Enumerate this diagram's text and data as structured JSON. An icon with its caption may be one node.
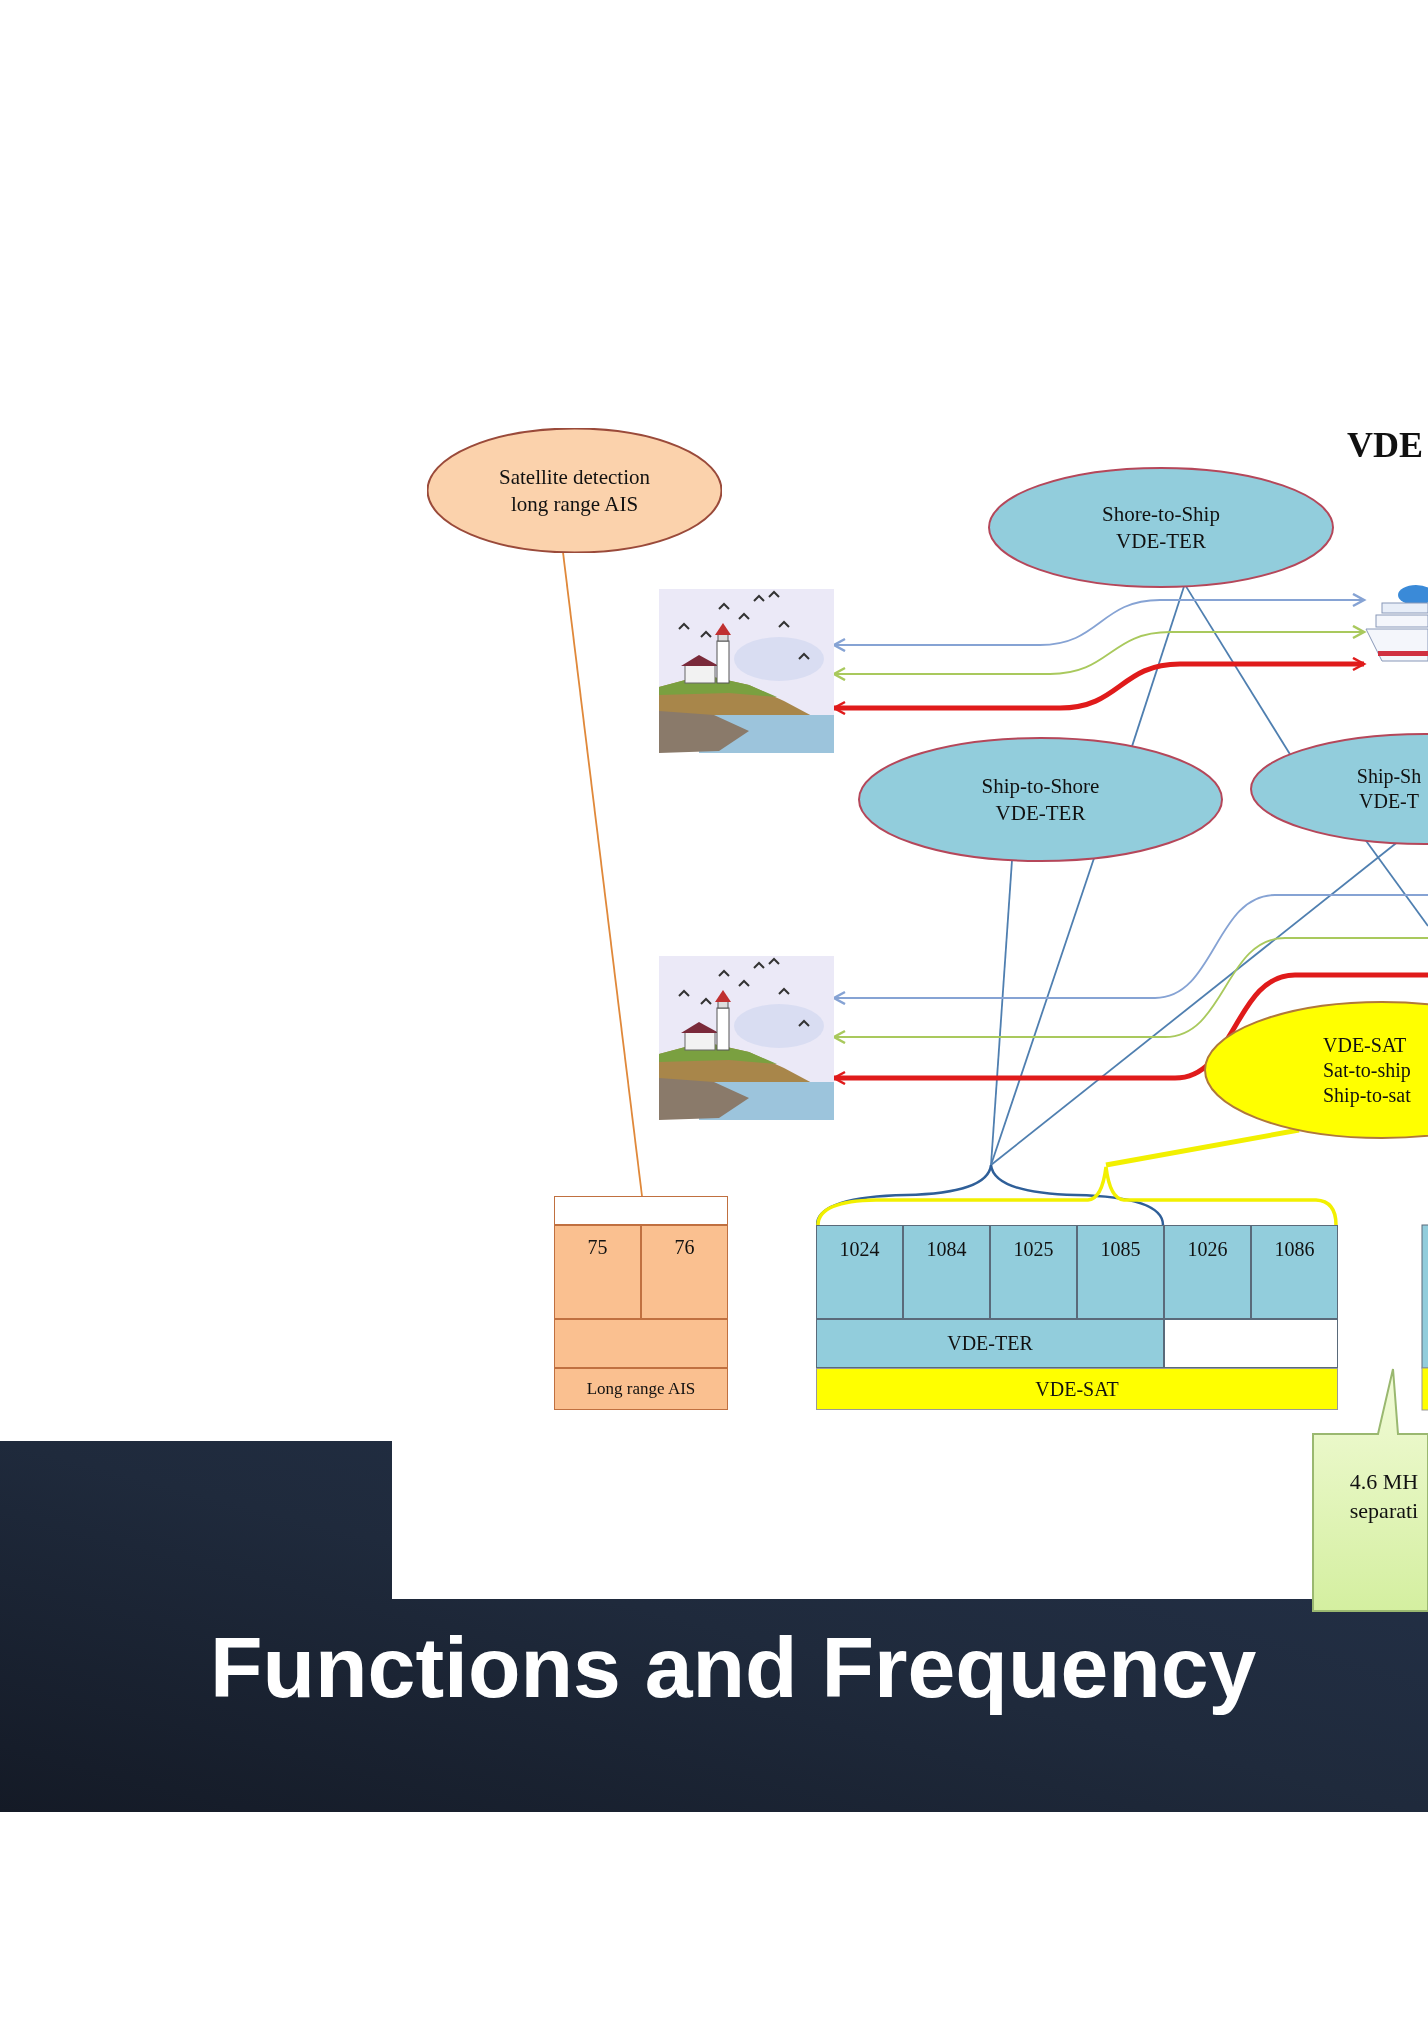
{
  "diagram": {
    "title": "Functions and Frequency",
    "nodes": [
      {
        "text": [
          "Satellite detection long range AIS"
        ]
      },
      {
        "text": [
          "Shore-to-Ship VDE-TER"
        ]
      },
      {
        "text": [],
        "shape": "picture"
      },
      {
        "text": [],
        "shape": "picture"
      },
      {
        "text": [
          "Ship-to-Shore VDE-TER"
        ]
      },
      {
        "text": [
          "Ship-Sh VDE-T"
        ]
      },
      {
        "text": [],
        "shape": "picture"
      },
      {
        "text": [
          "VDE-SAT Sat-to-ship Ship-to-sat"
        ]
      },
      {
        "text": [
          "75",
          "76",
          "Long range AIS"
        ]
      },
      {
        "text": [
          "1024",
          "1084",
          "1025",
          "1085",
          "1026",
          "1086",
          "VDE-TER",
          "VDE-SAT"
        ]
      },
      {
        "text": [
          "4.6 MH separati"
        ]
      }
    ],
    "edges": [
      {
        "from": 0,
        "to": 8,
        "arrow": "none",
        "color": "#e0883a"
      },
      {
        "from": 1,
        "to": 4,
        "arrow": "none"
      },
      {
        "from": 1,
        "to": 5,
        "arrow": "none"
      },
      {
        "from": 4,
        "to": 9,
        "arrow": "none"
      },
      {
        "from": 4,
        "to": 9,
        "arrow": "none"
      },
      {
        "from": 5,
        "to": 9,
        "arrow": "none"
      },
      {
        "from": 5,
        "to": null,
        "arrow": "none"
      },
      {
        "from": 7,
        "to": 9,
        "arrow": "none",
        "style": "thick",
        "color": "#f2f000"
      },
      {
        "from": 2,
        "to": 3,
        "arrow": "both",
        "color": "#86a3d4"
      },
      {
        "from": 2,
        "to": 3,
        "arrow": "both",
        "color": "#a9c95d"
      },
      {
        "from": 2,
        "to": 3,
        "arrow": "both",
        "style": "thick",
        "color": "#e01b1b"
      },
      {
        "from": null,
        "to": 6,
        "arrow": "to",
        "color": "#86a3d4"
      },
      {
        "from": null,
        "to": 6,
        "arrow": "to",
        "color": "#a9c95d"
      },
      {
        "from": null,
        "to": 6,
        "arrow": "to",
        "style": "thick",
        "color": "#e01b1b"
      }
    ],
    "labels": [
      "VDE"
    ]
  }
}
